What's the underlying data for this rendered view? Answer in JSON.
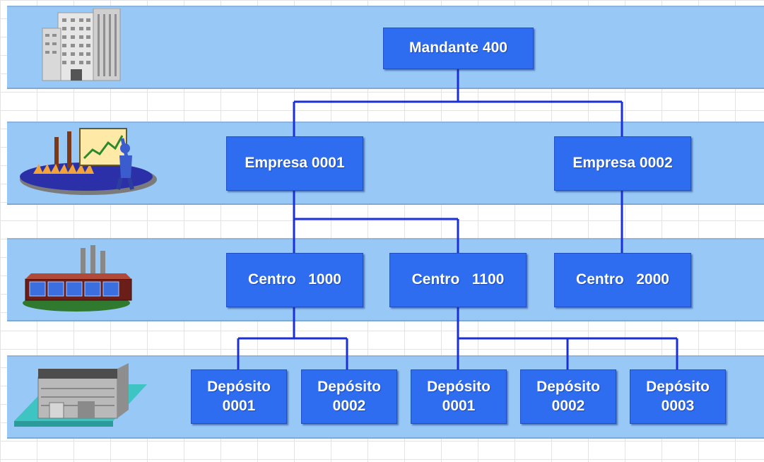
{
  "levels": [
    {
      "icon": "office-building-icon"
    },
    {
      "icon": "business-chart-presenter-icon"
    },
    {
      "icon": "factory-plant-icon"
    },
    {
      "icon": "warehouse-icon"
    }
  ],
  "nodes": {
    "mandante": "Mandante 400",
    "empresa_1": "Empresa 0001",
    "empresa_2": "Empresa 0002",
    "centro_1": "Centro   1000",
    "centro_2": "Centro   1100",
    "centro_3": "Centro   2000",
    "deposito_1": "Depósito\n0001",
    "deposito_2": "Depósito\n0002",
    "deposito_3": "Depósito\n0001",
    "deposito_4": "Depósito\n0002",
    "deposito_5": "Depósito\n0003"
  },
  "colors": {
    "band": "#98c8f6",
    "node": "#2f6df0",
    "connector": "#1a2fd6"
  }
}
